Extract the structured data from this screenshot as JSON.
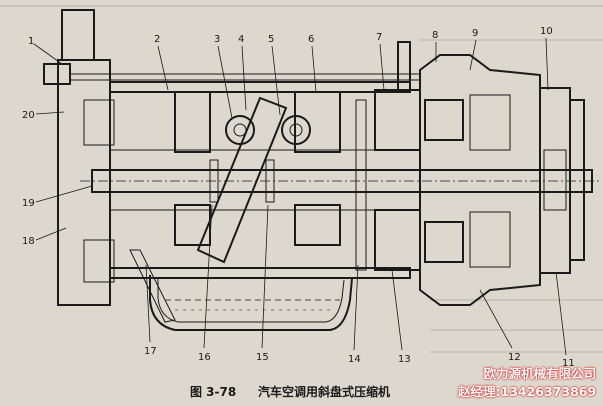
{
  "figure": {
    "caption_number": "图 3-78",
    "caption_title": "汽车空调用斜盘式压缩机",
    "callouts": [
      "1",
      "2",
      "3",
      "4",
      "5",
      "6",
      "7",
      "8",
      "9",
      "10",
      "11",
      "12",
      "13",
      "14",
      "15",
      "16",
      "17",
      "18",
      "19",
      "20"
    ]
  },
  "watermark": {
    "company": "欧力源机械有限公司",
    "contact": "赵经理:13426373869"
  },
  "colors": {
    "paper": "#ddd8ce",
    "ink": "#1a1a1a",
    "watermark_outline": "#cc0000"
  }
}
